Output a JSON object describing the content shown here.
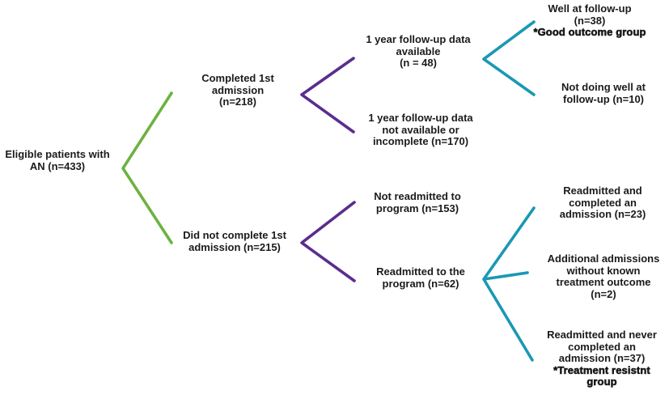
{
  "colors": {
    "green": "#6cb33f",
    "purple": "#5b2d8e",
    "teal": "#1a98b4",
    "text": "#1b1b1b"
  },
  "nodes": {
    "root": {
      "text": "Eligible patients with\nAN (n=433)"
    },
    "completed": {
      "text": "Completed 1st\nadmission\n(n=218)"
    },
    "fu_available": {
      "text": "1 year follow-up data\navailable\n(n = 48)"
    },
    "fu_unavailable": {
      "text": "1 year follow-up data\nnot available or\nincomplete (n=170)"
    },
    "well": {
      "text": "Well at follow-up\n(n=38)",
      "bold": "*Good outcome group"
    },
    "not_well": {
      "text": "Not doing well at\nfollow-up (n=10)"
    },
    "did_not_complete": {
      "text": "Did not complete 1st\nadmission (n=215)"
    },
    "not_readmitted": {
      "text": "Not readmitted to\nprogram (n=153)"
    },
    "readmitted": {
      "text": "Readmitted to the\nprogram (n=62)"
    },
    "readmitted_completed": {
      "text": "Readmitted and\ncompleted an\nadmission (n=23)"
    },
    "additional_admissions": {
      "text": "Additional admissions\nwithout known\ntreatment outcome\n(n=2)"
    },
    "never_completed": {
      "text": "Readmitted and never\ncompleted an\nadmission (n=37)",
      "bold": "*Treatment resistnt\ngroup"
    }
  }
}
